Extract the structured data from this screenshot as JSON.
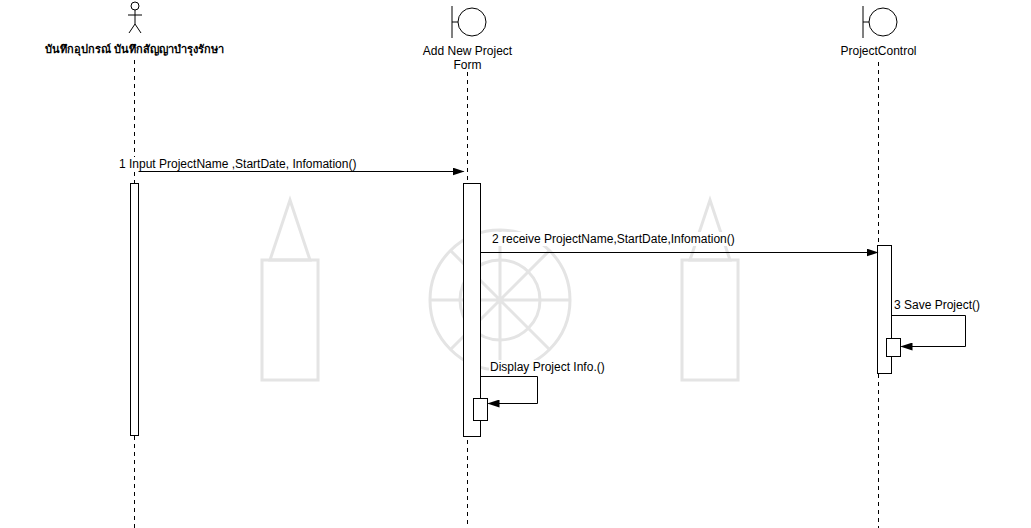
{
  "diagram": {
    "nodes": [
      {
        "text": [
          "บันทึกอุปกรณ์ บันทึกสัญญาบำรุงรักษา"
        ]
      },
      {
        "text": [
          "Add New Project Form"
        ]
      },
      {
        "text": [
          "ProjectControl"
        ]
      }
    ],
    "edges": [
      {
        "from": 0,
        "to": 1,
        "label": "1 Input ProjectName ,StartDate, Infomation()",
        "arrow": "to"
      },
      {
        "from": 1,
        "to": 2,
        "label": "2 receive ProjectName,StartDate,Infomation()",
        "arrow": "to"
      },
      {
        "from": 2,
        "to": 2,
        "label": "3 Save Project()",
        "arrow": "to"
      },
      {
        "from": 1,
        "to": 1,
        "label": "Display Project Info.()",
        "arrow": "to"
      }
    ]
  }
}
